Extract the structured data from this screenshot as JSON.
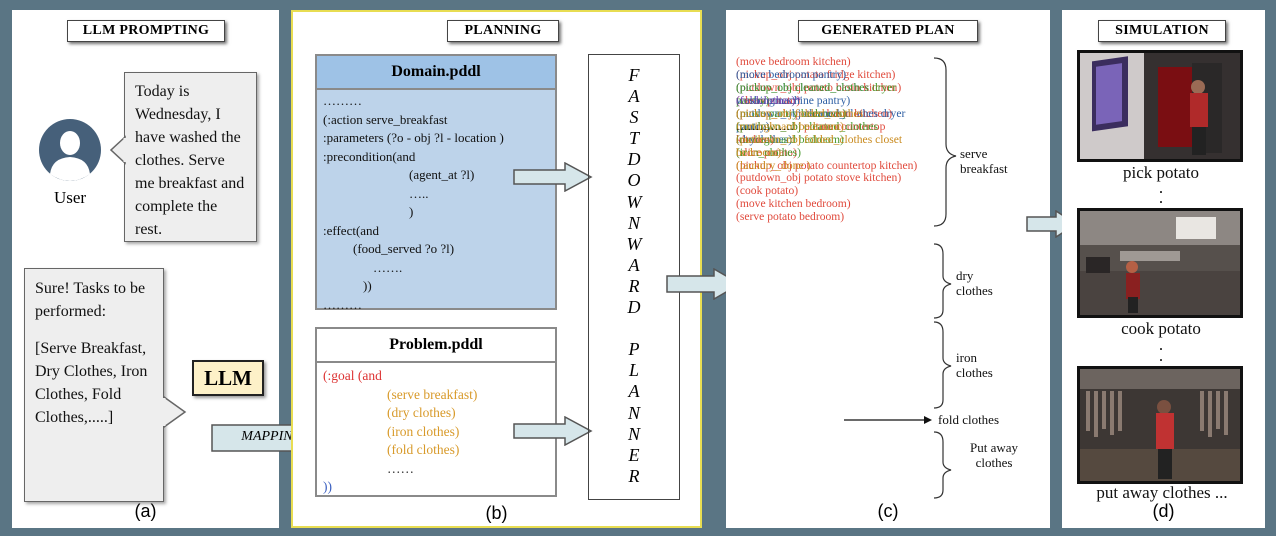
{
  "panel_a": {
    "title": "LLM PROMPTING",
    "user_label": "User",
    "user_message": "Today is Wednesday, I have washed the clothes. Serve me breakfast and complete the rest.",
    "llm_label": "LLM",
    "llm_response": "Sure! Tasks to be performed: [Serve Breakfast, Dry Clothes, Iron Clothes, Fold Clothes,.....]",
    "llm_response_intro": "Sure! Tasks to be performed:",
    "llm_response_list": "[Serve Breakfast, Dry Clothes, Iron Clothes, Fold Clothes,.....]",
    "mapping_label": "MAPPING",
    "caption": "(a)"
  },
  "panel_b": {
    "title": "PLANNING",
    "domain_header": "Domain.pddl",
    "domain_lines": [
      "………",
      "(:action serve_breakfast",
      ":parameters (?o - obj ?l - location )",
      ":precondition(and",
      "(agent_at ?l)",
      "…..",
      ")",
      ":effect(and",
      "(food_served ?o ?l)",
      "…….",
      "))",
      "………"
    ],
    "problem_header": "Problem.pddl",
    "problem_goal_open": "(:goal",
    "problem_and": "(and",
    "problem_goals": [
      "(serve breakfast)",
      "(dry clothes)",
      "(iron clothes)",
      "(fold clothes)",
      "……"
    ],
    "problem_close": "))",
    "planner_letters": [
      "F",
      "A",
      "S",
      "T",
      "D",
      "O",
      "W",
      "N",
      "W",
      "A",
      "R",
      "D",
      "",
      "P",
      "L",
      "A",
      "N",
      "N",
      "E",
      "R"
    ],
    "caption": "(b)"
  },
  "panel_c": {
    "title": "GENERATED PLAN",
    "colors": {
      "breakfast": "#e04a3c",
      "dry": "#2e5fa3",
      "iron": "#4a9a2e",
      "fold": "#6a3fb0",
      "away": "#c98a1e"
    },
    "breakfast_lines": [
      "(move bedroom kitchen)",
      "(pickup_obj potato fridge kitchen)",
      "(putdown_obj potato basin kitchen)",
      "(clean potato)",
      "(pickup_obj potato basin kitchen)",
      "(putdown_obj potato countertop",
      "kitchen)",
      "(slice potato)",
      "(pickup_obj potato countertop kitchen)",
      "(putdown_obj potato stove kitchen)",
      "(cook potato)",
      "(move kitchen bedroom)",
      "(serve potato bedroom)"
    ],
    "dry_lines": [
      "(move bedroom pantry)",
      "(pickup_obj cleaned_clothes",
      "washingmachine pantry)",
      "(putdown_obj cleaned_clothes dryer",
      "pantry)",
      "(dryclothes)"
    ],
    "iron_lines": [
      "(pickup_obj cleaned_clothes dryer",
      "pantry)",
      "(move pantry bedroom)",
      "(putdown_obj cleaned_clothes",
      "ironingboard bedroom)",
      "(iron_clothes)"
    ],
    "fold_lines": [
      "(foldclothes)*"
    ],
    "away_lines": [
      "(pickup_obj folded_clothes",
      "ironingboard bedroom)",
      "(putdown_obj folded_clothes closet",
      "bedroom)",
      "(laundry_done )"
    ],
    "trailing": "……………",
    "group_labels": {
      "breakfast": "serve breakfast",
      "dry": "dry clothes",
      "iron": "iron clothes",
      "fold": "fold clothes",
      "away": "Put away clothes"
    },
    "caption": "(c)"
  },
  "panel_d": {
    "title": "SIMULATION",
    "captions": [
      "pick potato",
      "cook potato",
      "put away clothes ..."
    ],
    "ellipsis": ".",
    "caption": "(d)"
  }
}
